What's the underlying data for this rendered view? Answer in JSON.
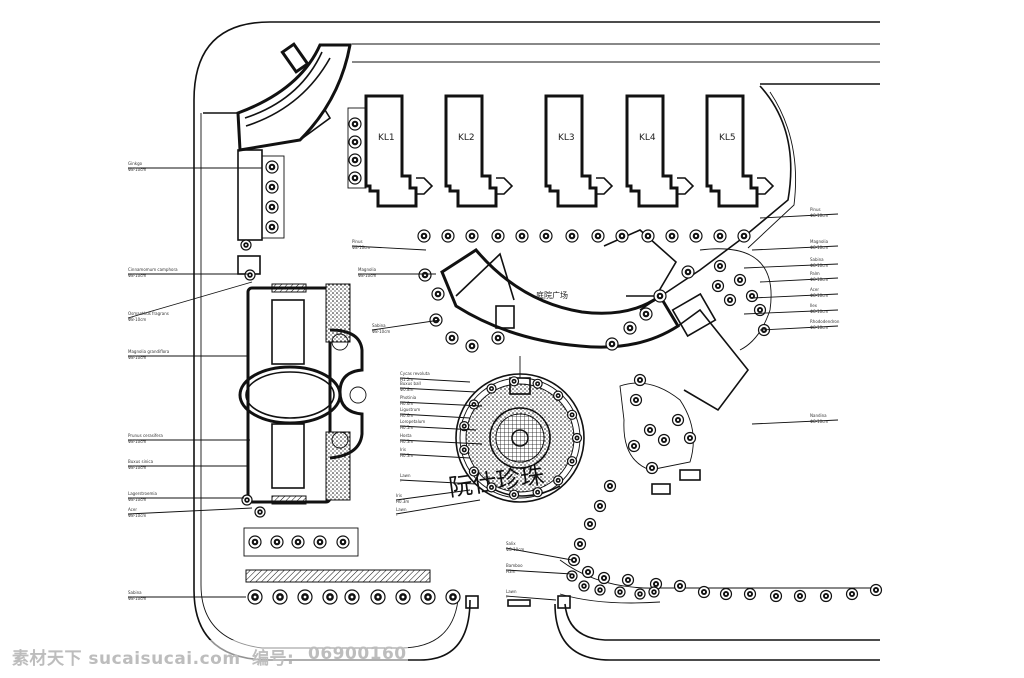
{
  "buildings": [
    "KL1",
    "KL2",
    "KL3",
    "KL4",
    "KL5"
  ],
  "plaza_label": "庭院广场",
  "circle_text": "阮仕珍珠",
  "colors": {
    "ink": "#111111",
    "paper": "#ffffff",
    "watermark": "#bdbdbd"
  },
  "left_labels": [
    {
      "name": "Ginkgo",
      "spec": "Φ8-10cm"
    },
    {
      "name": "Cinnamomum camphora",
      "spec": "Φ8-10cm"
    },
    {
      "name": "Osmanthus fragrans",
      "spec": "Φ8-10cm"
    },
    {
      "name": "Magnolia grandiflora",
      "spec": "Φ8-10cm"
    },
    {
      "name": "Prunus cerasifera",
      "spec": "Φ8-10cm"
    },
    {
      "name": "Buxus sinica",
      "spec": "Φ8-10cm"
    },
    {
      "name": "Lagerstroemia",
      "spec": "Φ8-10cm"
    },
    {
      "name": "Acer",
      "spec": "Φ8-10cm"
    },
    {
      "name": "Sabina",
      "spec": "Φ8-10cm"
    }
  ],
  "right_labels": [
    {
      "name": "Pinus",
      "spec": "Φ8-10cm"
    },
    {
      "name": "Magnolia",
      "spec": "Φ8-10cm"
    },
    {
      "name": "Sabina",
      "spec": "Φ8-10cm"
    },
    {
      "name": "Palm",
      "spec": "Φ8-10cm"
    },
    {
      "name": "Acer",
      "spec": "Φ8-10cm"
    },
    {
      "name": "Ilex",
      "spec": "Φ8-10cm"
    },
    {
      "name": "Rhododendron",
      "spec": "Φ8-10cm"
    },
    {
      "name": "Nandina",
      "spec": "Φ8-10cm"
    }
  ],
  "circle_labels": [
    {
      "name": "Cycas revoluta",
      "spec": "H1.2m"
    },
    {
      "name": "Buxus ball",
      "spec": "Φ0.8m"
    },
    {
      "name": "Photinia",
      "spec": "H0.6m"
    },
    {
      "name": "Ligustrum",
      "spec": "H0.6m"
    },
    {
      "name": "Loropetalum",
      "spec": "H0.5m"
    },
    {
      "name": "Hosta",
      "spec": "H0.3m"
    },
    {
      "name": "Iris",
      "spec": "H0.3m"
    },
    {
      "name": "Lawn",
      "spec": "-"
    }
  ],
  "bottom_labels": [
    {
      "name": "Salix",
      "spec": "Φ8-10cm"
    },
    {
      "name": "Bamboo",
      "spec": "H3m"
    },
    {
      "name": "Lawn",
      "spec": "-"
    }
  ],
  "watermark": {
    "site": "素材天下 sucaisucai.com",
    "number_label": "编号:",
    "number": "06900160"
  }
}
